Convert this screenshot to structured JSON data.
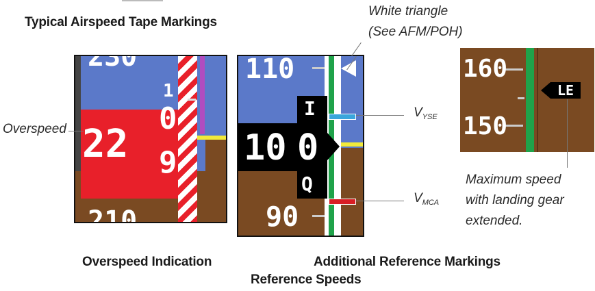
{
  "title": "Typical Airspeed Tape Markings",
  "footer_title": "Reference Speeds",
  "overspeed_panel": {
    "caption": "Overspeed Indication",
    "callout": "Overspeed",
    "tape_top": "230",
    "readout_main": "22",
    "readout_upper_digit": "0",
    "readout_lower_digit": "9",
    "readout_small_top": "1",
    "tape_bottom": "210"
  },
  "reference_panel": {
    "caption": "Additional Reference Markings",
    "tape_top": "110",
    "readout_main": "10",
    "readout_digit": "0",
    "tape_bottom": "90",
    "triangle_callout_line1": "White triangle",
    "triangle_callout_line2": "(See AFM/POH)",
    "vyse_label": "V",
    "vyse_sub": "YSE",
    "vmca_label": "V",
    "vmca_sub": "MCA"
  },
  "gear_panel": {
    "tape_top": "160",
    "tape_bottom": "150",
    "flag": "LE",
    "callout_line1": "Maximum speed",
    "callout_line2": "with landing gear",
    "callout_line3": "extended."
  },
  "colors": {
    "sky": "#5b79c9",
    "ground": "#7a4a22",
    "overspeed_red": "#e8202a",
    "green_band": "#1fa34a",
    "vyse_blue": "#3aa6dc",
    "vmca_red": "#d81e24",
    "magenta": "#b04cc0",
    "yellow": "#f2ea3a"
  }
}
